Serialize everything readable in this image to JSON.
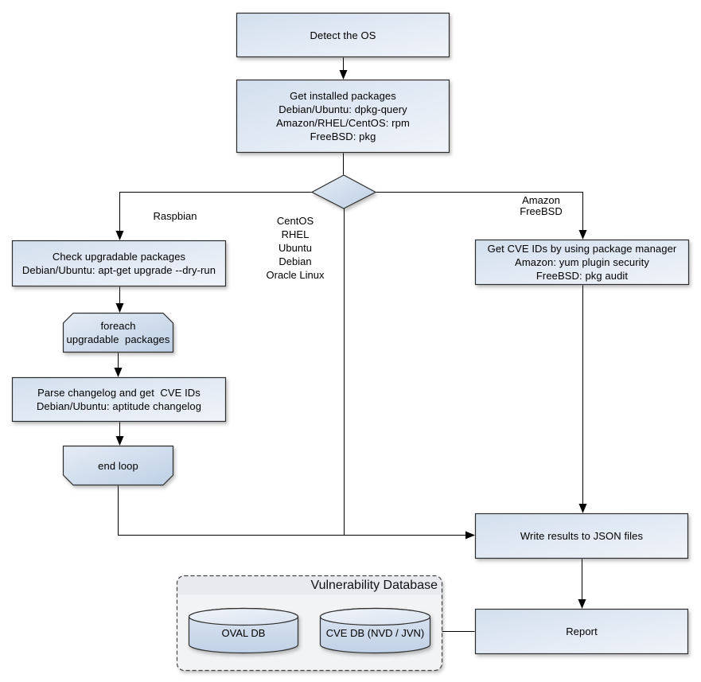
{
  "diagram": {
    "nodes": {
      "detect_os": {
        "label": "Detect the OS"
      },
      "get_packages": {
        "lines": [
          "Get installed packages",
          "Debian/Ubuntu: dpkg-query",
          "Amazon/RHEL/CentOS: rpm",
          "FreeBSD: pkg"
        ]
      },
      "check_upgradable": {
        "lines": [
          "Check upgradable packages",
          "Debian/Ubuntu: apt-get upgrade --dry-run"
        ]
      },
      "foreach_loop": {
        "lines": [
          "foreach",
          "upgradable  packages"
        ]
      },
      "parse_changelog": {
        "lines": [
          "Parse changelog and get  CVE IDs",
          "Debian/Ubuntu: aptitude changelog"
        ]
      },
      "end_loop": {
        "label": "end loop"
      },
      "get_cve_ids": {
        "lines": [
          "Get CVE IDs by using package manager",
          "Amazon: yum plugin security",
          "FreeBSD: pkg audit"
        ]
      },
      "write_results": {
        "label": "Write results to JSON files"
      },
      "report": {
        "label": "Report"
      }
    },
    "branch_labels": {
      "left": "Raspbian",
      "middle": {
        "lines": [
          "CentOS",
          "RHEL",
          "Ubuntu",
          "Debian",
          "Oracle Linux"
        ]
      },
      "right": {
        "lines": [
          "Amazon",
          "FreeBSD"
        ]
      }
    },
    "database": {
      "title": "Vulnerability Database",
      "cylinders": [
        "OVAL DB",
        "CVE DB (NVD / JVN)"
      ]
    },
    "colors": {
      "node_fill_start": "#d3dfee",
      "node_fill_end": "#f0f4fa",
      "small_fill_start": "#e5ecf5",
      "small_fill_end": "#bed0e5",
      "node_border": "#2f2f2f",
      "connector": "#000000",
      "container_fill": "#f2f3f5",
      "container_header_fill": "#e8eaed",
      "container_border": "#444444",
      "text": "#000000"
    }
  }
}
